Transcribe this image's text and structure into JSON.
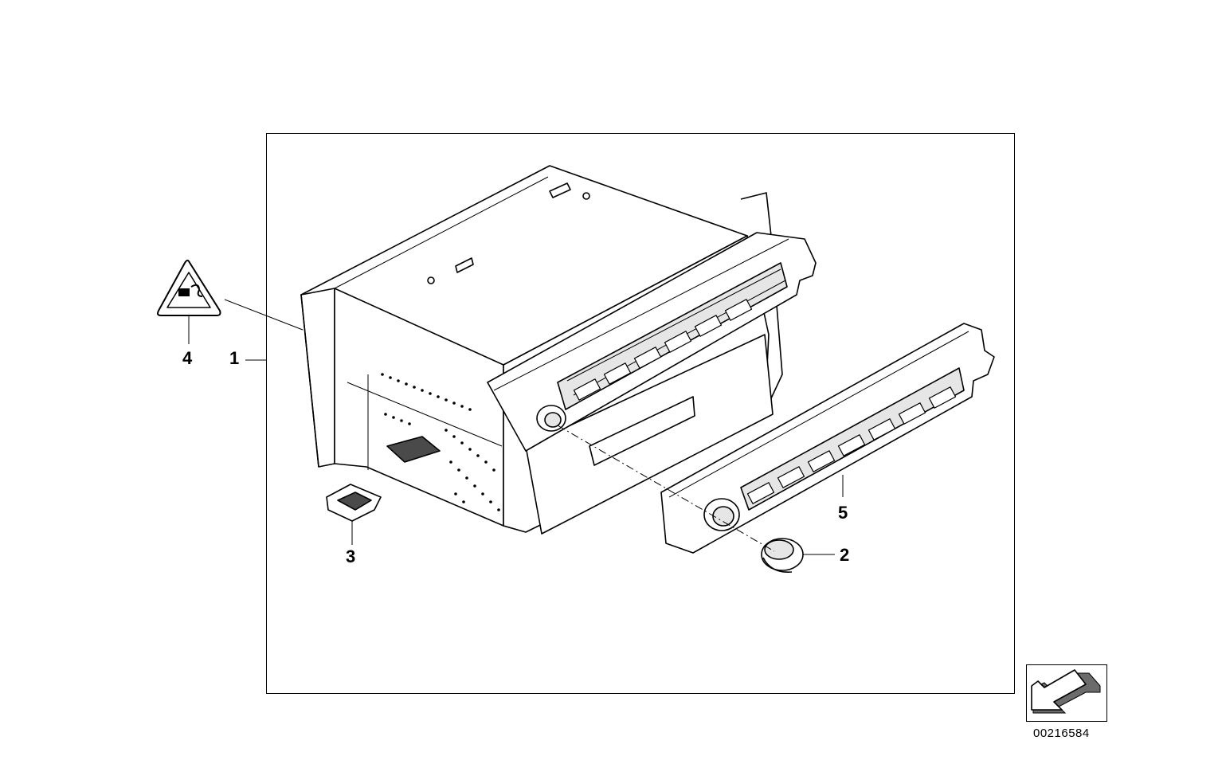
{
  "callouts": [
    {
      "id": "1",
      "label": "1"
    },
    {
      "id": "2",
      "label": "2"
    },
    {
      "id": "3",
      "label": "3"
    },
    {
      "id": "4",
      "label": "4"
    },
    {
      "id": "5",
      "label": "5"
    }
  ],
  "diagram_id": "00216584",
  "icons": {
    "warning": "warning-triangle-icon",
    "nav_arrow": "navigation-arrow-icon"
  },
  "colors": {
    "line": "#000000",
    "fill_light": "#ffffff",
    "fill_shade": "#e6e6e6",
    "fill_dark": "#4a4a4a"
  }
}
